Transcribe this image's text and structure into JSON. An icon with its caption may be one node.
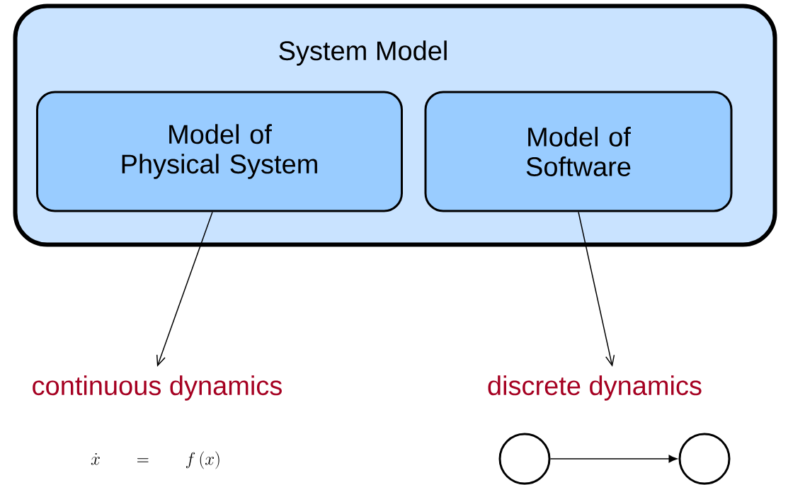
{
  "diagram": {
    "nodes": [
      {
        "text": [
          "System Model"
        ]
      },
      {
        "text": [
          "Model of Physical System"
        ],
        "in": 0
      },
      {
        "text": [
          "Model of Software"
        ],
        "in": 0
      },
      {
        "text": [
          "continuous dynamics"
        ]
      },
      {
        "text": [
          "discrete dynamics"
        ]
      },
      {
        "text": [],
        "shape": "circle"
      },
      {
        "text": [],
        "shape": "circle"
      }
    ],
    "edges": [
      {
        "from": 1,
        "to": 3,
        "arrow": "to"
      },
      {
        "from": 2,
        "to": 4,
        "arrow": "to"
      },
      {
        "from": 5,
        "to": 6,
        "arrow": "to"
      }
    ],
    "labels": [
      "\\dot{x} \\quad = \\quad f\\,(x)"
    ]
  }
}
